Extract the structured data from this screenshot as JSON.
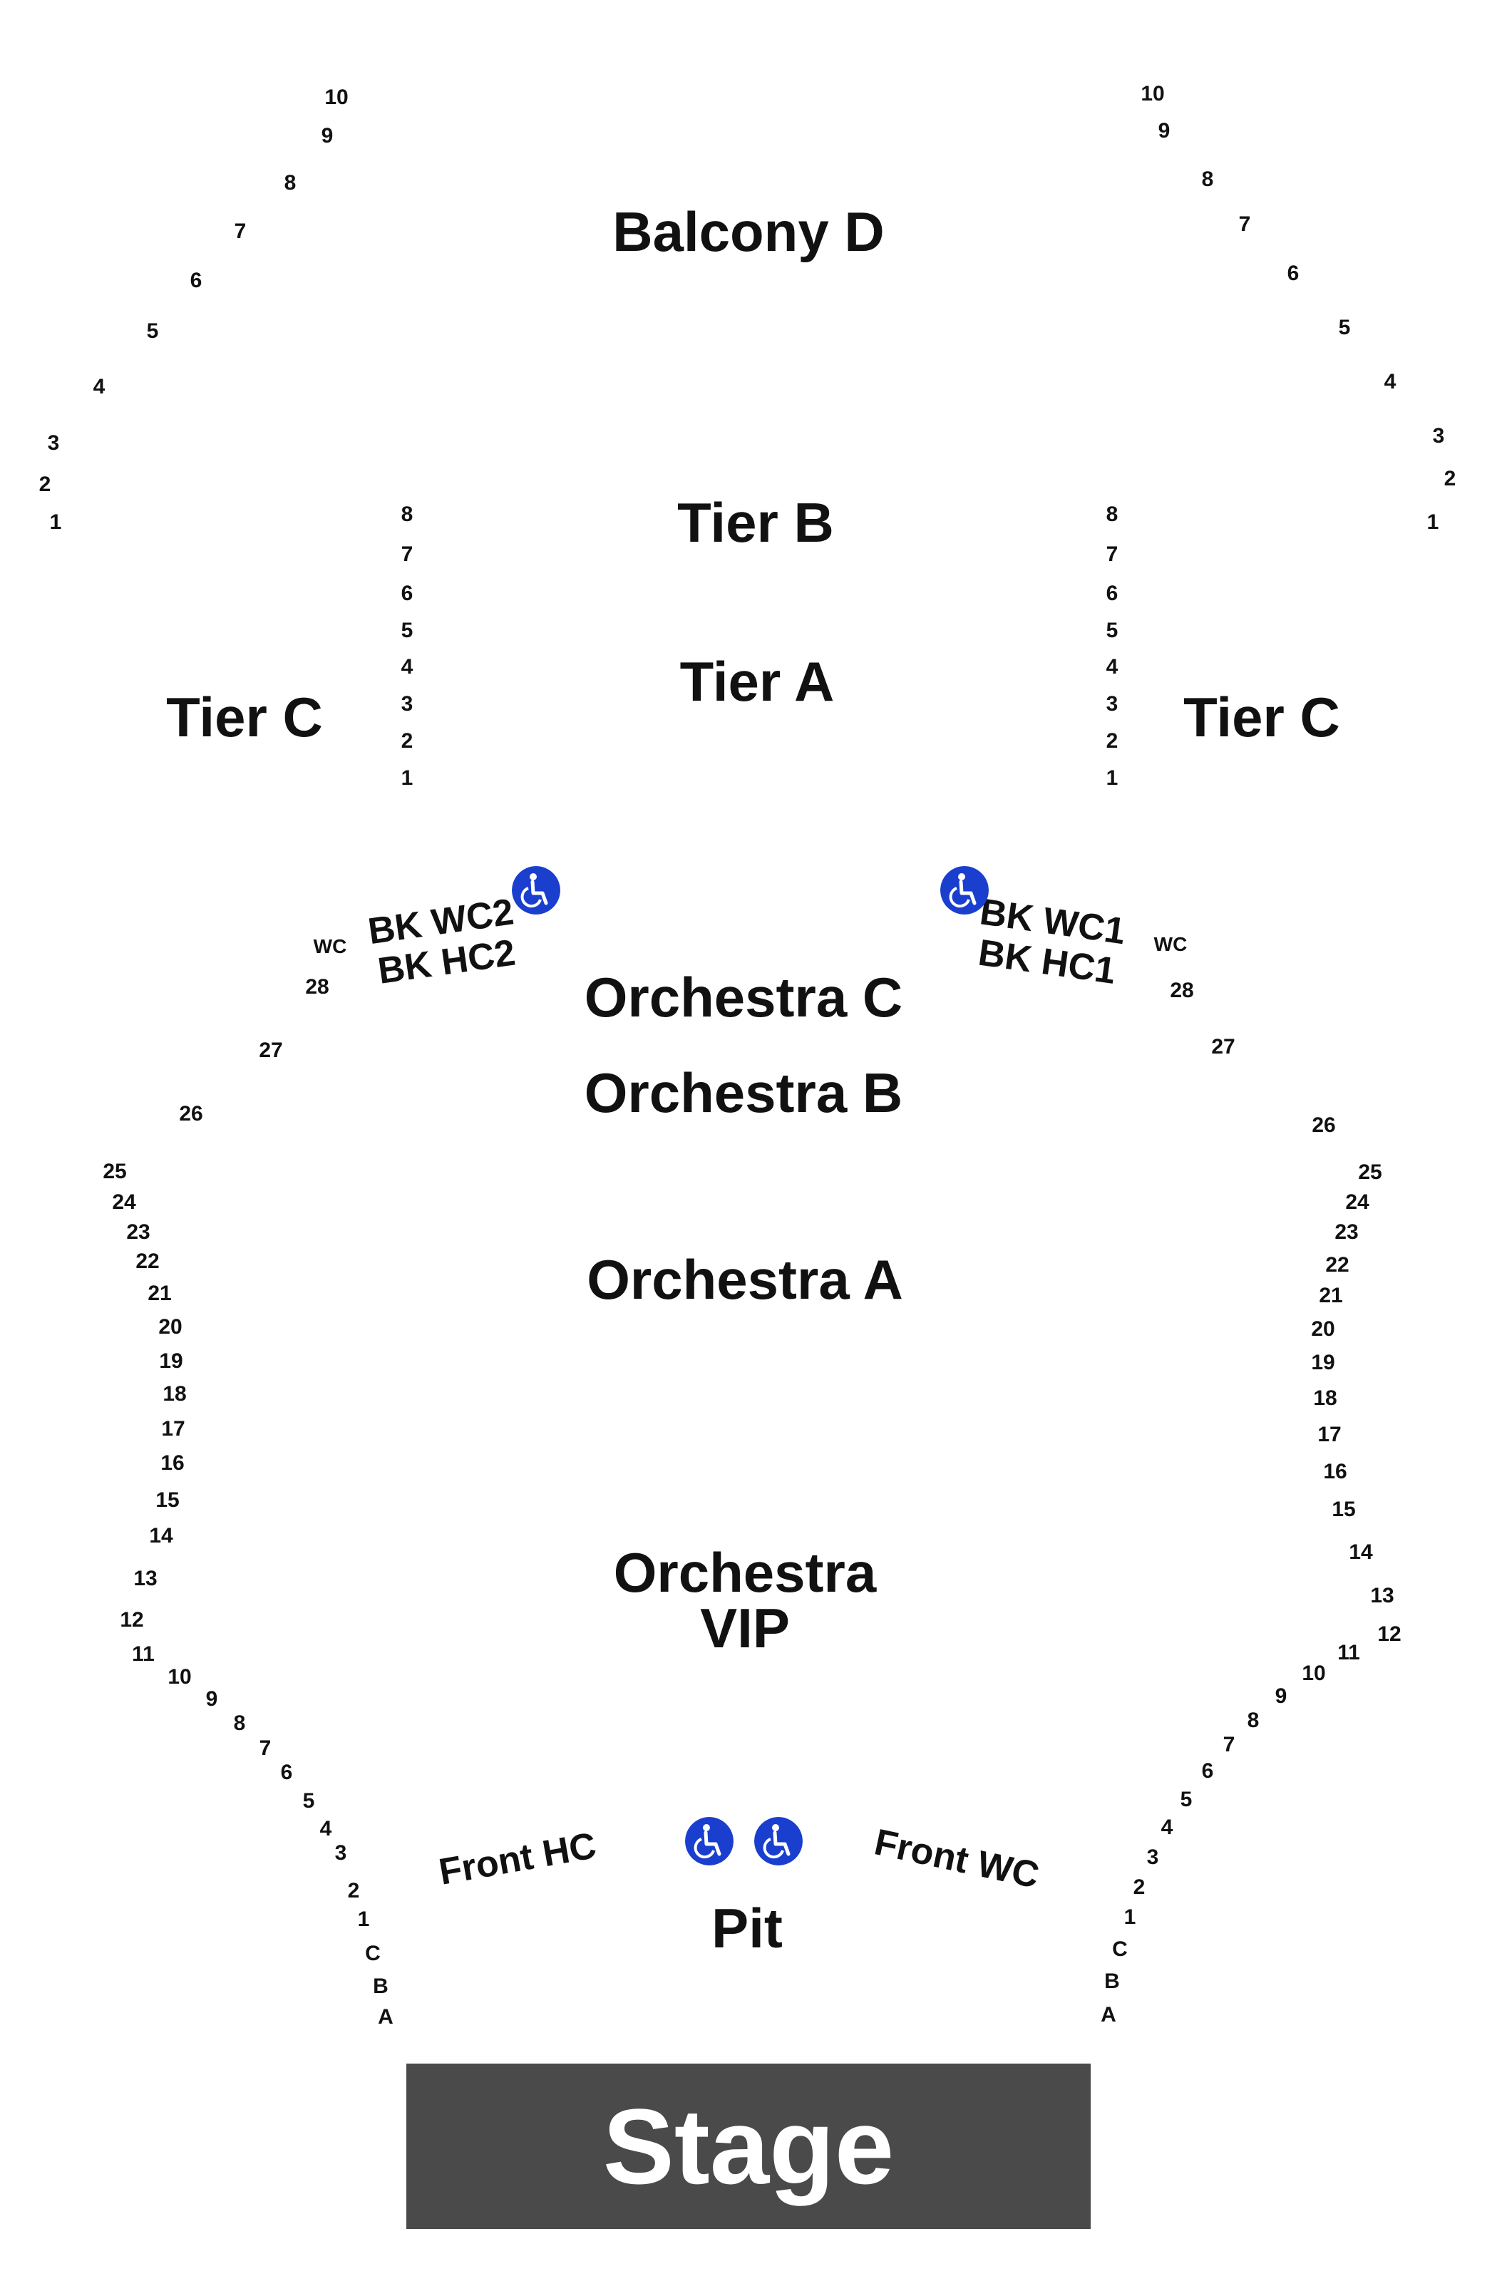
{
  "map": {
    "sections": {
      "balcony_d": "Balcony D",
      "tier_b": "Tier B",
      "tier_a": "Tier A",
      "tier_c_left": "Tier C",
      "tier_c_right": "Tier C",
      "orchestra_c": "Orchestra C",
      "orchestra_b": "Orchestra B",
      "orchestra_a": "Orchestra A",
      "orchestra_vip": "Orchestra\nVIP",
      "pit": "Pit",
      "stage": "Stage"
    },
    "accessible": {
      "bk_left": "BK WC2\nBK HC2",
      "bk_right": "BK WC1\nBK HC1",
      "wc_left": "WC",
      "wc_right": "WC",
      "front_hc": "Front HC",
      "front_wc": "Front WC",
      "icon": "wheelchair-accessible-icon"
    },
    "rows": {
      "balcony_left": [
        "10",
        "9",
        "8",
        "7",
        "6",
        "5",
        "4",
        "3",
        "2",
        "1"
      ],
      "balcony_right": [
        "10",
        "9",
        "8",
        "7",
        "6",
        "5",
        "4",
        "3",
        "2",
        "1"
      ],
      "tier_left": [
        "8",
        "7",
        "6",
        "5",
        "4",
        "3",
        "2",
        "1"
      ],
      "tier_right": [
        "8",
        "7",
        "6",
        "5",
        "4",
        "3",
        "2",
        "1"
      ],
      "orchestra_left": [
        "28",
        "27",
        "26",
        "25",
        "24",
        "23",
        "22",
        "21",
        "20",
        "19",
        "18",
        "17",
        "16",
        "15",
        "14",
        "13",
        "12",
        "11",
        "10",
        "9",
        "8",
        "7",
        "6",
        "5",
        "4",
        "3",
        "2",
        "1",
        "C",
        "B",
        "A"
      ],
      "orchestra_right": [
        "28",
        "27",
        "26",
        "25",
        "24",
        "23",
        "22",
        "21",
        "20",
        "19",
        "18",
        "17",
        "16",
        "15",
        "14",
        "13",
        "12",
        "11",
        "10",
        "9",
        "8",
        "7",
        "6",
        "5",
        "4",
        "3",
        "2",
        "1",
        "C",
        "B",
        "A"
      ]
    }
  },
  "colors": {
    "stage": "#4a4a4a",
    "accessible": "#1a3fcf",
    "text": "#111111"
  }
}
